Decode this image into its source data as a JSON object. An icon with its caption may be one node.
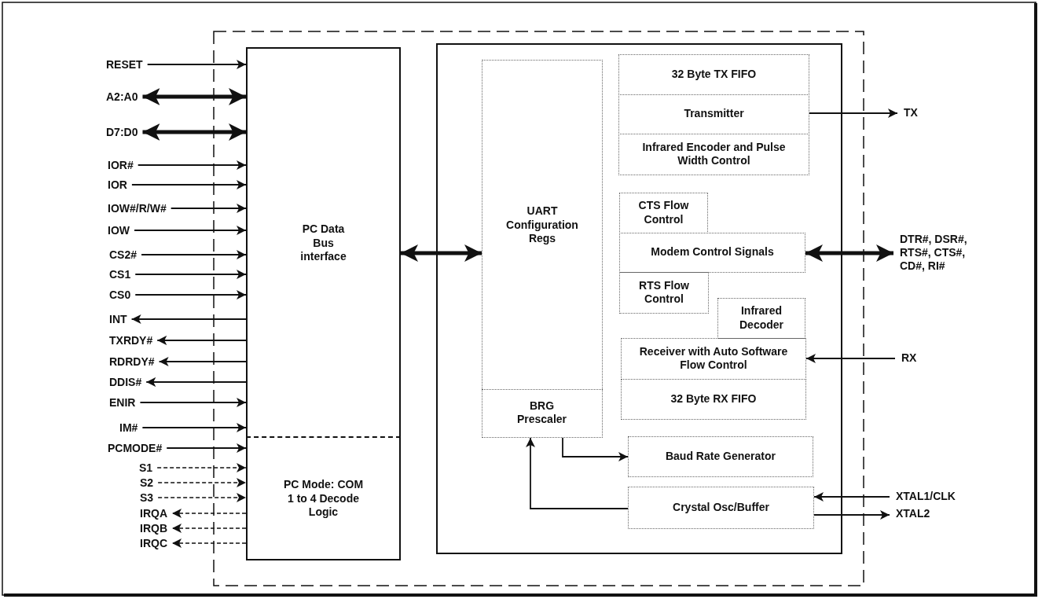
{
  "diagram": {
    "nodes": [
      {
        "text": [
          "PC Data Bus interface"
        ]
      },
      {
        "text": [
          "PC Mode: COM 1 to 4 Decode Logic"
        ],
        "in": 0
      },
      {
        "text": [],
        "shape": "box"
      },
      {
        "text": [
          "UART Configuration Regs"
        ],
        "in": 2
      },
      {
        "text": [
          "BRG Prescaler"
        ],
        "in": 3
      },
      {
        "text": [
          "32 Byte TX FIFO"
        ],
        "in": 2
      },
      {
        "text": [
          "Transmitter"
        ],
        "in": 2
      },
      {
        "text": [
          "Infrared Encoder and Pulse Width Control"
        ],
        "in": 2
      },
      {
        "text": [
          "CTS Flow Control"
        ],
        "in": 2
      },
      {
        "text": [
          "Modem Control Signals"
        ],
        "in": 2
      },
      {
        "text": [
          "RTS Flow Control"
        ],
        "in": 2
      },
      {
        "text": [
          "Infrared Decoder"
        ],
        "in": 2
      },
      {
        "text": [
          "Receiver with Auto Software Flow Control"
        ],
        "in": 2
      },
      {
        "text": [
          "32 Byte RX FIFO"
        ],
        "in": 2
      },
      {
        "text": [
          "Baud Rate Generator"
        ],
        "in": 2
      },
      {
        "text": [
          "Crystal Osc/Buffer"
        ],
        "in": 2
      },
      {
        "text": [
          "RESET"
        ]
      },
      {
        "text": [
          "A2:A0"
        ]
      },
      {
        "text": [
          "D7:D0"
        ]
      },
      {
        "text": [
          "IOR#"
        ]
      },
      {
        "text": [
          "IOR"
        ]
      },
      {
        "text": [
          "IOW#/R/W#"
        ]
      },
      {
        "text": [
          "IOW"
        ]
      },
      {
        "text": [
          "CS2#"
        ]
      },
      {
        "text": [
          "CS1"
        ]
      },
      {
        "text": [
          "CS0"
        ]
      },
      {
        "text": [
          "INT"
        ]
      },
      {
        "text": [
          "TXRDY#"
        ]
      },
      {
        "text": [
          "RDRDY#"
        ]
      },
      {
        "text": [
          "DDIS#"
        ]
      },
      {
        "text": [
          "ENIR"
        ]
      },
      {
        "text": [
          "IM#"
        ]
      },
      {
        "text": [
          "PCMODE#"
        ]
      },
      {
        "text": [
          "S1"
        ]
      },
      {
        "text": [
          "S2"
        ]
      },
      {
        "text": [
          "S3"
        ]
      },
      {
        "text": [
          "IRQA"
        ]
      },
      {
        "text": [
          "IRQB"
        ]
      },
      {
        "text": [
          "IRQC"
        ]
      },
      {
        "text": [
          "TX"
        ]
      },
      {
        "text": [
          "DTR#, DSR#, RTS#, CTS#, CD#, RI#"
        ]
      },
      {
        "text": [
          "RX"
        ]
      },
      {
        "text": [
          "XTAL1/CLK"
        ]
      },
      {
        "text": [
          "XTAL2"
        ]
      }
    ],
    "edges": [
      {
        "from": 16,
        "to": 0,
        "arrow": "to"
      },
      {
        "from": 17,
        "to": 0,
        "arrow": "both",
        "style": "thick"
      },
      {
        "from": 18,
        "to": 0,
        "arrow": "both",
        "style": "thick"
      },
      {
        "from": 19,
        "to": 0,
        "arrow": "to"
      },
      {
        "from": 20,
        "to": 0,
        "arrow": "to"
      },
      {
        "from": 21,
        "to": 0,
        "arrow": "to"
      },
      {
        "from": 22,
        "to": 0,
        "arrow": "to"
      },
      {
        "from": 23,
        "to": 0,
        "arrow": "to"
      },
      {
        "from": 24,
        "to": 0,
        "arrow": "to"
      },
      {
        "from": 25,
        "to": 0,
        "arrow": "to"
      },
      {
        "from": 0,
        "to": 26,
        "arrow": "to"
      },
      {
        "from": 0,
        "to": 27,
        "arrow": "to"
      },
      {
        "from": 0,
        "to": 28,
        "arrow": "to"
      },
      {
        "from": 0,
        "to": 29,
        "arrow": "to"
      },
      {
        "from": 30,
        "to": 0,
        "arrow": "to"
      },
      {
        "from": 31,
        "to": 0,
        "arrow": "to"
      },
      {
        "from": 32,
        "to": 0,
        "arrow": "to"
      },
      {
        "from": 33,
        "to": 1,
        "arrow": "to",
        "style": "dashed"
      },
      {
        "from": 34,
        "to": 1,
        "arrow": "to",
        "style": "dashed"
      },
      {
        "from": 35,
        "to": 1,
        "arrow": "to",
        "style": "dashed"
      },
      {
        "from": 1,
        "to": 36,
        "arrow": "to",
        "style": "dashed"
      },
      {
        "from": 1,
        "to": 37,
        "arrow": "to",
        "style": "dashed"
      },
      {
        "from": 1,
        "to": 38,
        "arrow": "to",
        "style": "dashed"
      },
      {
        "from": 0,
        "to": 3,
        "arrow": "both",
        "style": "thick"
      },
      {
        "from": 6,
        "to": 39,
        "arrow": "to"
      },
      {
        "from": 9,
        "to": 40,
        "arrow": "both",
        "style": "thick"
      },
      {
        "from": 41,
        "to": 12,
        "arrow": "to"
      },
      {
        "from": 4,
        "to": 14,
        "arrow": "to"
      },
      {
        "from": 15,
        "to": 4,
        "arrow": "to"
      },
      {
        "from": 42,
        "to": 15,
        "arrow": "to"
      },
      {
        "from": 15,
        "to": 43,
        "arrow": "to"
      }
    ]
  }
}
